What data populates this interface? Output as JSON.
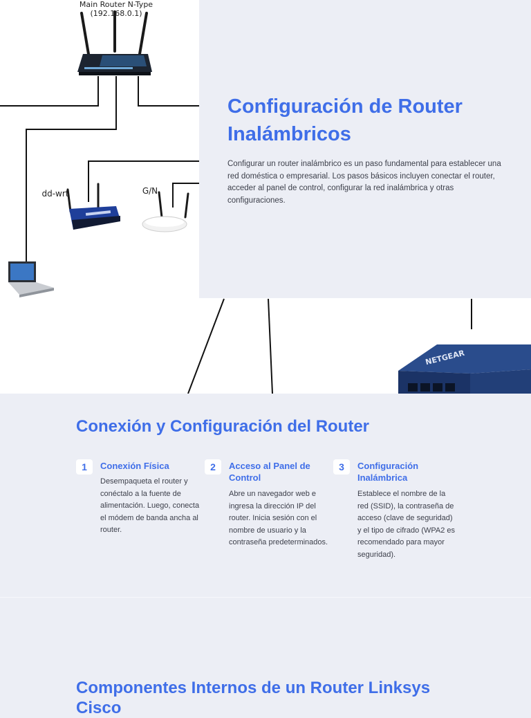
{
  "diagram": {
    "main_router_label": "Main Router N-Type",
    "main_router_ip": "(192.168.0.1)",
    "router_ddwrt_label": "dd-wrt",
    "router_gn_label": "G/N",
    "switch_brand": "NETGEAR"
  },
  "hero": {
    "title": "Configuración de Router Inalámbricos",
    "description": "Configurar un router inalámbrico es un paso fundamental para establecer una red doméstica o empresarial. Los pasos básicos incluyen conectar el router, acceder al panel de control, configurar la red inalámbrica y otras configuraciones."
  },
  "section2": {
    "title": "Conexión y Configuración del Router",
    "steps": [
      {
        "number": "1",
        "title": "Conexión Física",
        "text": "Desempaqueta el router y conéctalo a la fuente de alimentación. Luego, conecta el módem de banda ancha al router."
      },
      {
        "number": "2",
        "title": "Acceso al Panel de Control",
        "text": "Abre un navegador web e ingresa la dirección IP del router. Inicia sesión con el nombre de usuario y la contraseña predeterminados."
      },
      {
        "number": "3",
        "title": "Configuración Inalámbrica",
        "text": "Establece el nombre de la red (SSID), la contraseña de acceso (clave de seguridad) y el tipo de cifrado (WPA2 es recomendado para mayor seguridad)."
      }
    ]
  },
  "section3": {
    "title": "Componentes Internos de un Router Linksys Cisco"
  },
  "colors": {
    "accent": "#3f6ee8",
    "page_background": "#eceef5",
    "body_text": "#3c3f4a"
  }
}
